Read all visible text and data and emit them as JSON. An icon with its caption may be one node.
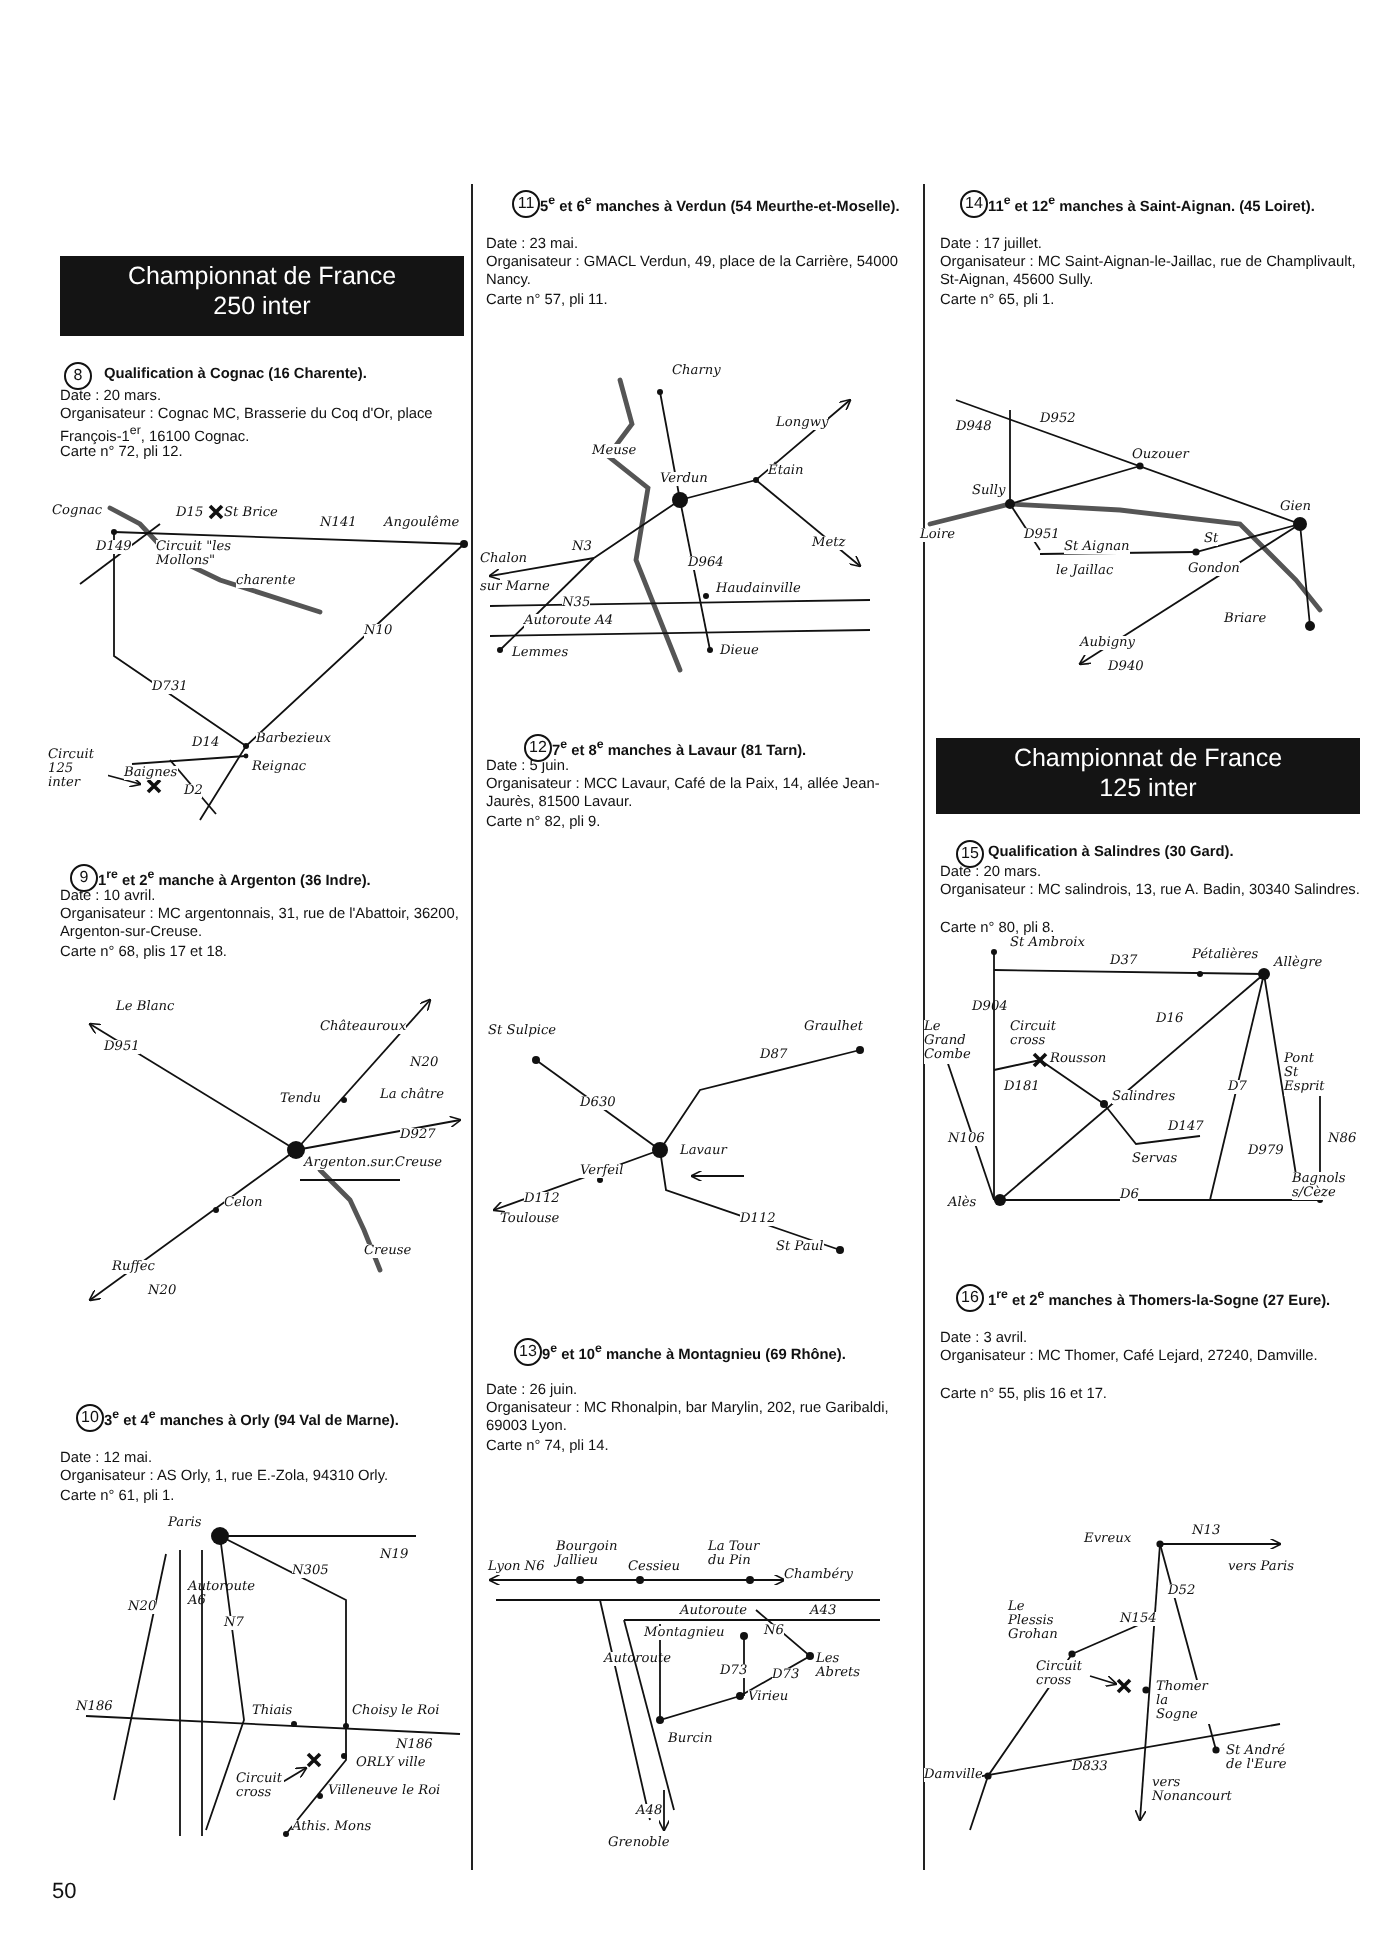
{
  "diagram": {
    "nodes": [
      {
        "text": [
          "Championnat de France 250 inter"
        ]
      },
      {
        "text": [
          "8"
        ]
      },
      {
        "text": [
          "9"
        ]
      },
      {
        "text": [
          "10"
        ]
      },
      {
        "text": [
          "11"
        ]
      },
      {
        "text": [
          "12"
        ]
      },
      {
        "text": [
          "13"
        ]
      },
      {
        "text": [
          "14"
        ]
      },
      {
        "text": [
          "Championnat de France 125 inter"
        ]
      },
      {
        "text": [
          "15"
        ]
      },
      {
        "text": [
          "16"
        ]
      }
    ],
    "labels": [
      "Qualification à Cognac (16 Charente).",
      "Date : 20 mars.",
      "Organisateur : Cognac MC, Brasserie du Coq d'Or, place François-1$^{er}$, 16100 Cognac.",
      "Carte n° 72, pli 12.",
      "Cognac",
      "D15",
      "St Brice",
      "N141",
      "Angoulême",
      "D149",
      "Circuit \"les Mollons\"",
      "charente",
      "N10",
      "D731",
      "Barbezieux",
      "Circuit 125 inter",
      "Baignes",
      "D14",
      "Reignac",
      "D2",
      "1$^{re}$ et 2$^{e}$ manche à Argenton (36 Indre).",
      "Date : 10 avril.",
      "Organisateur : MC argentonnais, 31, rue de l'Abattoir, 36200, Argenton-sur-Creuse.",
      "Carte n° 68, plis 17 et 18.",
      "Le Blanc",
      "D951",
      "Châteauroux",
      "Tendu",
      "N20",
      "La châtre",
      "D927",
      "Argenton.sur.Creuse",
      "Celon",
      "Ruffec",
      "N20",
      "Creuse",
      "3$^{e}$ et 4$^{e}$ manches à Orly (94 Val de Marne).",
      "Date : 12 mai.",
      "Organisateur : AS Orly, 1, rue E.-Zola, 94310 Orly.",
      "Carte n° 61, pli 1.",
      "Paris",
      "N19",
      "N305",
      "N20",
      "Autoroute A6",
      "N7",
      "N186",
      "Thiais",
      "Choisy le Roi",
      "N186",
      "Circuit cross",
      "ORLY ville",
      "Villeneuve le Roi",
      "Athis. Mons",
      "50",
      "5$^{e}$ et 6$^{e}$ manches à Verdun (54 Meurthe-et-Moselle).",
      "Date : 23 mai.",
      "Organisateur : GMACL Verdun, 49, place de la Carrière, 54000 Nancy.",
      "Carte n° 57, pli 11.",
      "Charny",
      "Longwy",
      "Meuse",
      "Verdun",
      "Étain",
      "Metz",
      "Chalon",
      "N3",
      "sur Marne",
      "N35",
      "D964",
      "Haudainville",
      "Autoroute A4",
      "Lemmes",
      "Dieue",
      "7$^{e}$ et 8$^{e}$ manches à Lavaur (81 Tarn).",
      "Date : 5 juin.",
      "Organisateur : MCC Lavaur, Café de la Paix, 14, allée Jean-Jaurès, 81500 Lavaur.",
      "Carte n° 82, pli 9.",
      "St Sulpice",
      "Graulhet",
      "D630",
      "D87",
      "Lavaur",
      "D112",
      "Verfeil",
      "Toulouse",
      "D112",
      "St Paul",
      "9$^{e}$ et 10$^{e}$ manche à Montagnieu (69 Rhône).",
      "Date : 26 juin.",
      "Organisateur : MC Rhonalpin, bar Marylin, 202, rue Garibaldi, 69003 Lyon.",
      "Carte n° 74, pli 14.",
      "Lyon N6",
      "Bourgoin Jallieu",
      "Cessieu",
      "La Tour du Pin",
      "Chambéry",
      "Autoroute",
      "A43",
      "Montagnieu",
      "N6",
      "Les Abrets",
      "D73",
      "D73",
      "Virieu",
      "Autoroute",
      "Burcin",
      "A48",
      "Grenoble",
      "11$^{e}$ et 12$^{e}$ manches à Saint-Aignan. (45 Loiret).",
      "Date : 17 juillet.",
      "Organisateur : MC Saint-Aignan-le-Jaillac, rue de Champlivault, St-Aignan, 45600 Sully.",
      "Carte n° 65, pli 1.",
      "D948",
      "D952",
      "Ouzouer",
      "Sully",
      "Gien",
      "Loire",
      "D951",
      "St Aignan",
      "le Jaillac",
      "St",
      "Gondon",
      "Briare",
      "Aubigny",
      "D940",
      "Qualification à Salindres (30 Gard).",
      "Date : 20 mars.",
      "Organisateur : MC salindrois, 13, rue A. Badin, 30340 Salindres.",
      "Carte n° 80, pli 8.",
      "St Ambroix",
      "D37",
      "Pétalières",
      "Allègre",
      "D904",
      "Le Grand Combe",
      "Circuit cross",
      "D16",
      "Rousson",
      "D181",
      "D7",
      "Salindres",
      "Pont St Esprit",
      "D147",
      "N86",
      "D979",
      "N106",
      "Servas",
      "Alès",
      "D6",
      "Bagnols s/Cèze",
      "1$^{re}$ et 2$^{e}$ manches à Thomers-la-Sogne (27 Eure).",
      "Date : 3 avril.",
      "Organisateur : MC Thomer, Café Lejard, 27240, Damville.",
      "Carte n° 55, plis 16 et 17.",
      "Evreux",
      "N13",
      "vers Paris",
      "D52",
      "Le Plessis Grohan",
      "N154",
      "Circuit cross",
      "Thomer la Sogne",
      "St André de l'Eure",
      "D833",
      "Damville",
      "vers Nonancourt"
    ]
  }
}
